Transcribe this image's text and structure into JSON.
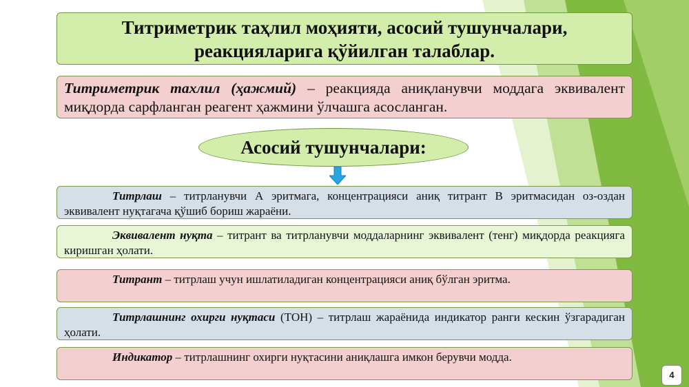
{
  "slide": {
    "title_line1": "Титриметрик таҳлил моҳияти, асосий тушунчалари,",
    "title_line2": "реакцияларига қўйилган талаблар.",
    "definition": {
      "term": "Титриметрик тахлил (ҳажмий)",
      "text": " – реакцияда аниқланувчи моддага эквивалент миқдорда сарфланган реагент ҳажмини ўлчашга асосланган."
    },
    "section_heading": "Асосий тушунчалари:",
    "arrow_icon": "arrow-down-icon",
    "items": [
      {
        "term": "Титрлаш",
        "text": " – титрланувчи А эритмага, концентрацияси аниқ титрант В эритмасидан оз-оздан эквивалент нуқтагача қўшиб бориш жараёни."
      },
      {
        "term": "Эквивалент нуқта",
        "text": " – титрант ва титрланувчи моддаларнинг эквивалент (тенг) миқдорда реакцияга киришган ҳолати."
      },
      {
        "term": "Титрант",
        "text": " – титрлаш учун ишлатиладиган концентрацияси аниқ бўлган эритма."
      },
      {
        "term": "Титрлашнинг охирги нуқтаси",
        "text": " (ТОН) – титрлаш жараёнида индикатор ранги кескин ўзгарадиган ҳолати."
      },
      {
        "term": "Индикатор",
        "text": " – титрлашнинг охирги нуқтасини аниқлашга имкон берувчи модда."
      }
    ],
    "page_number": "4"
  },
  "colors": {
    "title_fill": "#d3edab",
    "definition_fill": "#f4cfcf",
    "item_blue": "#d5dfe8",
    "item_green": "#e9f6d6",
    "item_pink": "#f4cfcf",
    "accent_green": "#7cbf2e",
    "arrow_blue": "#29a6e0"
  }
}
